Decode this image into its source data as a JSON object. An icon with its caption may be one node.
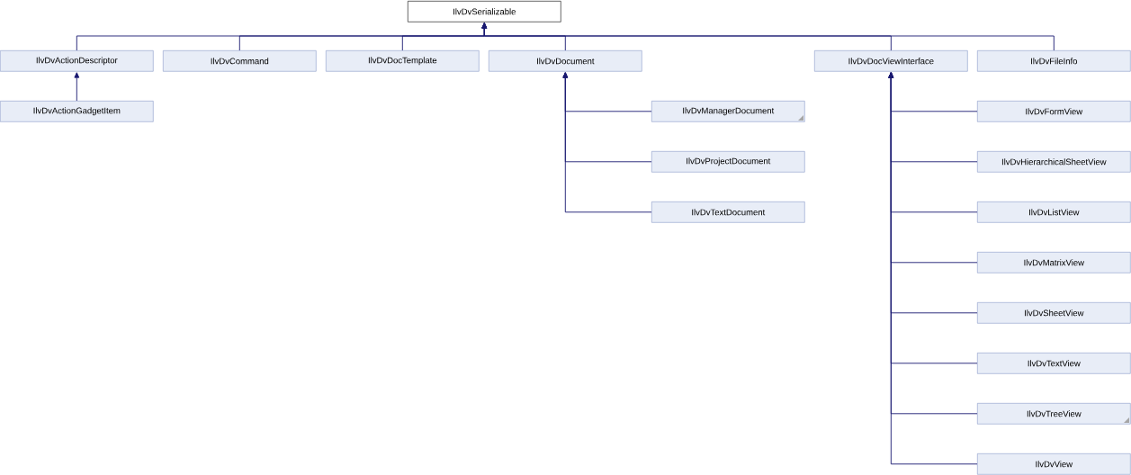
{
  "diagram": {
    "nodes": [
      {
        "text": [
          "IlvDvSerializable"
        ]
      },
      {
        "text": [
          "IlvDvActionDescriptor"
        ]
      },
      {
        "text": [
          "IlvDvCommand"
        ]
      },
      {
        "text": [
          "IlvDvDocTemplate"
        ]
      },
      {
        "text": [
          "IlvDvDocument"
        ]
      },
      {
        "text": [
          "IlvDvDocViewInterface"
        ]
      },
      {
        "text": [
          "IlvDvFileInfo"
        ]
      },
      {
        "text": [
          "IlvDvActionGadgetItem"
        ]
      },
      {
        "text": [
          "IlvDvManagerDocument"
        ]
      },
      {
        "text": [
          "IlvDvProjectDocument"
        ]
      },
      {
        "text": [
          "IlvDvTextDocument"
        ]
      },
      {
        "text": [
          "IlvDvFormView"
        ]
      },
      {
        "text": [
          "IlvDvHierarchicalSheetView"
        ]
      },
      {
        "text": [
          "IlvDvListView"
        ]
      },
      {
        "text": [
          "IlvDvMatrixView"
        ]
      },
      {
        "text": [
          "IlvDvSheetView"
        ]
      },
      {
        "text": [
          "IlvDvTextView"
        ]
      },
      {
        "text": [
          "IlvDvTreeView"
        ]
      },
      {
        "text": [
          "IlvDvView"
        ]
      }
    ],
    "edges": [
      {
        "from": 1,
        "to": 0,
        "arrow": "to"
      },
      {
        "from": 2,
        "to": 0,
        "arrow": "to"
      },
      {
        "from": 3,
        "to": 0,
        "arrow": "to"
      },
      {
        "from": 4,
        "to": 0,
        "arrow": "to"
      },
      {
        "from": 5,
        "to": 0,
        "arrow": "to"
      },
      {
        "from": 6,
        "to": 0,
        "arrow": "to"
      },
      {
        "from": 7,
        "to": 1,
        "arrow": "to"
      },
      {
        "from": 8,
        "to": 4,
        "arrow": "to"
      },
      {
        "from": 9,
        "to": 4,
        "arrow": "to"
      },
      {
        "from": 10,
        "to": 4,
        "arrow": "to"
      },
      {
        "from": 11,
        "to": 5,
        "arrow": "to"
      },
      {
        "from": 12,
        "to": 5,
        "arrow": "to"
      },
      {
        "from": 13,
        "to": 5,
        "arrow": "to"
      },
      {
        "from": 14,
        "to": 5,
        "arrow": "to"
      },
      {
        "from": 15,
        "to": 5,
        "arrow": "to"
      },
      {
        "from": 16,
        "to": 5,
        "arrow": "to"
      },
      {
        "from": 17,
        "to": 5,
        "arrow": "to"
      },
      {
        "from": 18,
        "to": 5,
        "arrow": "to"
      }
    ]
  }
}
